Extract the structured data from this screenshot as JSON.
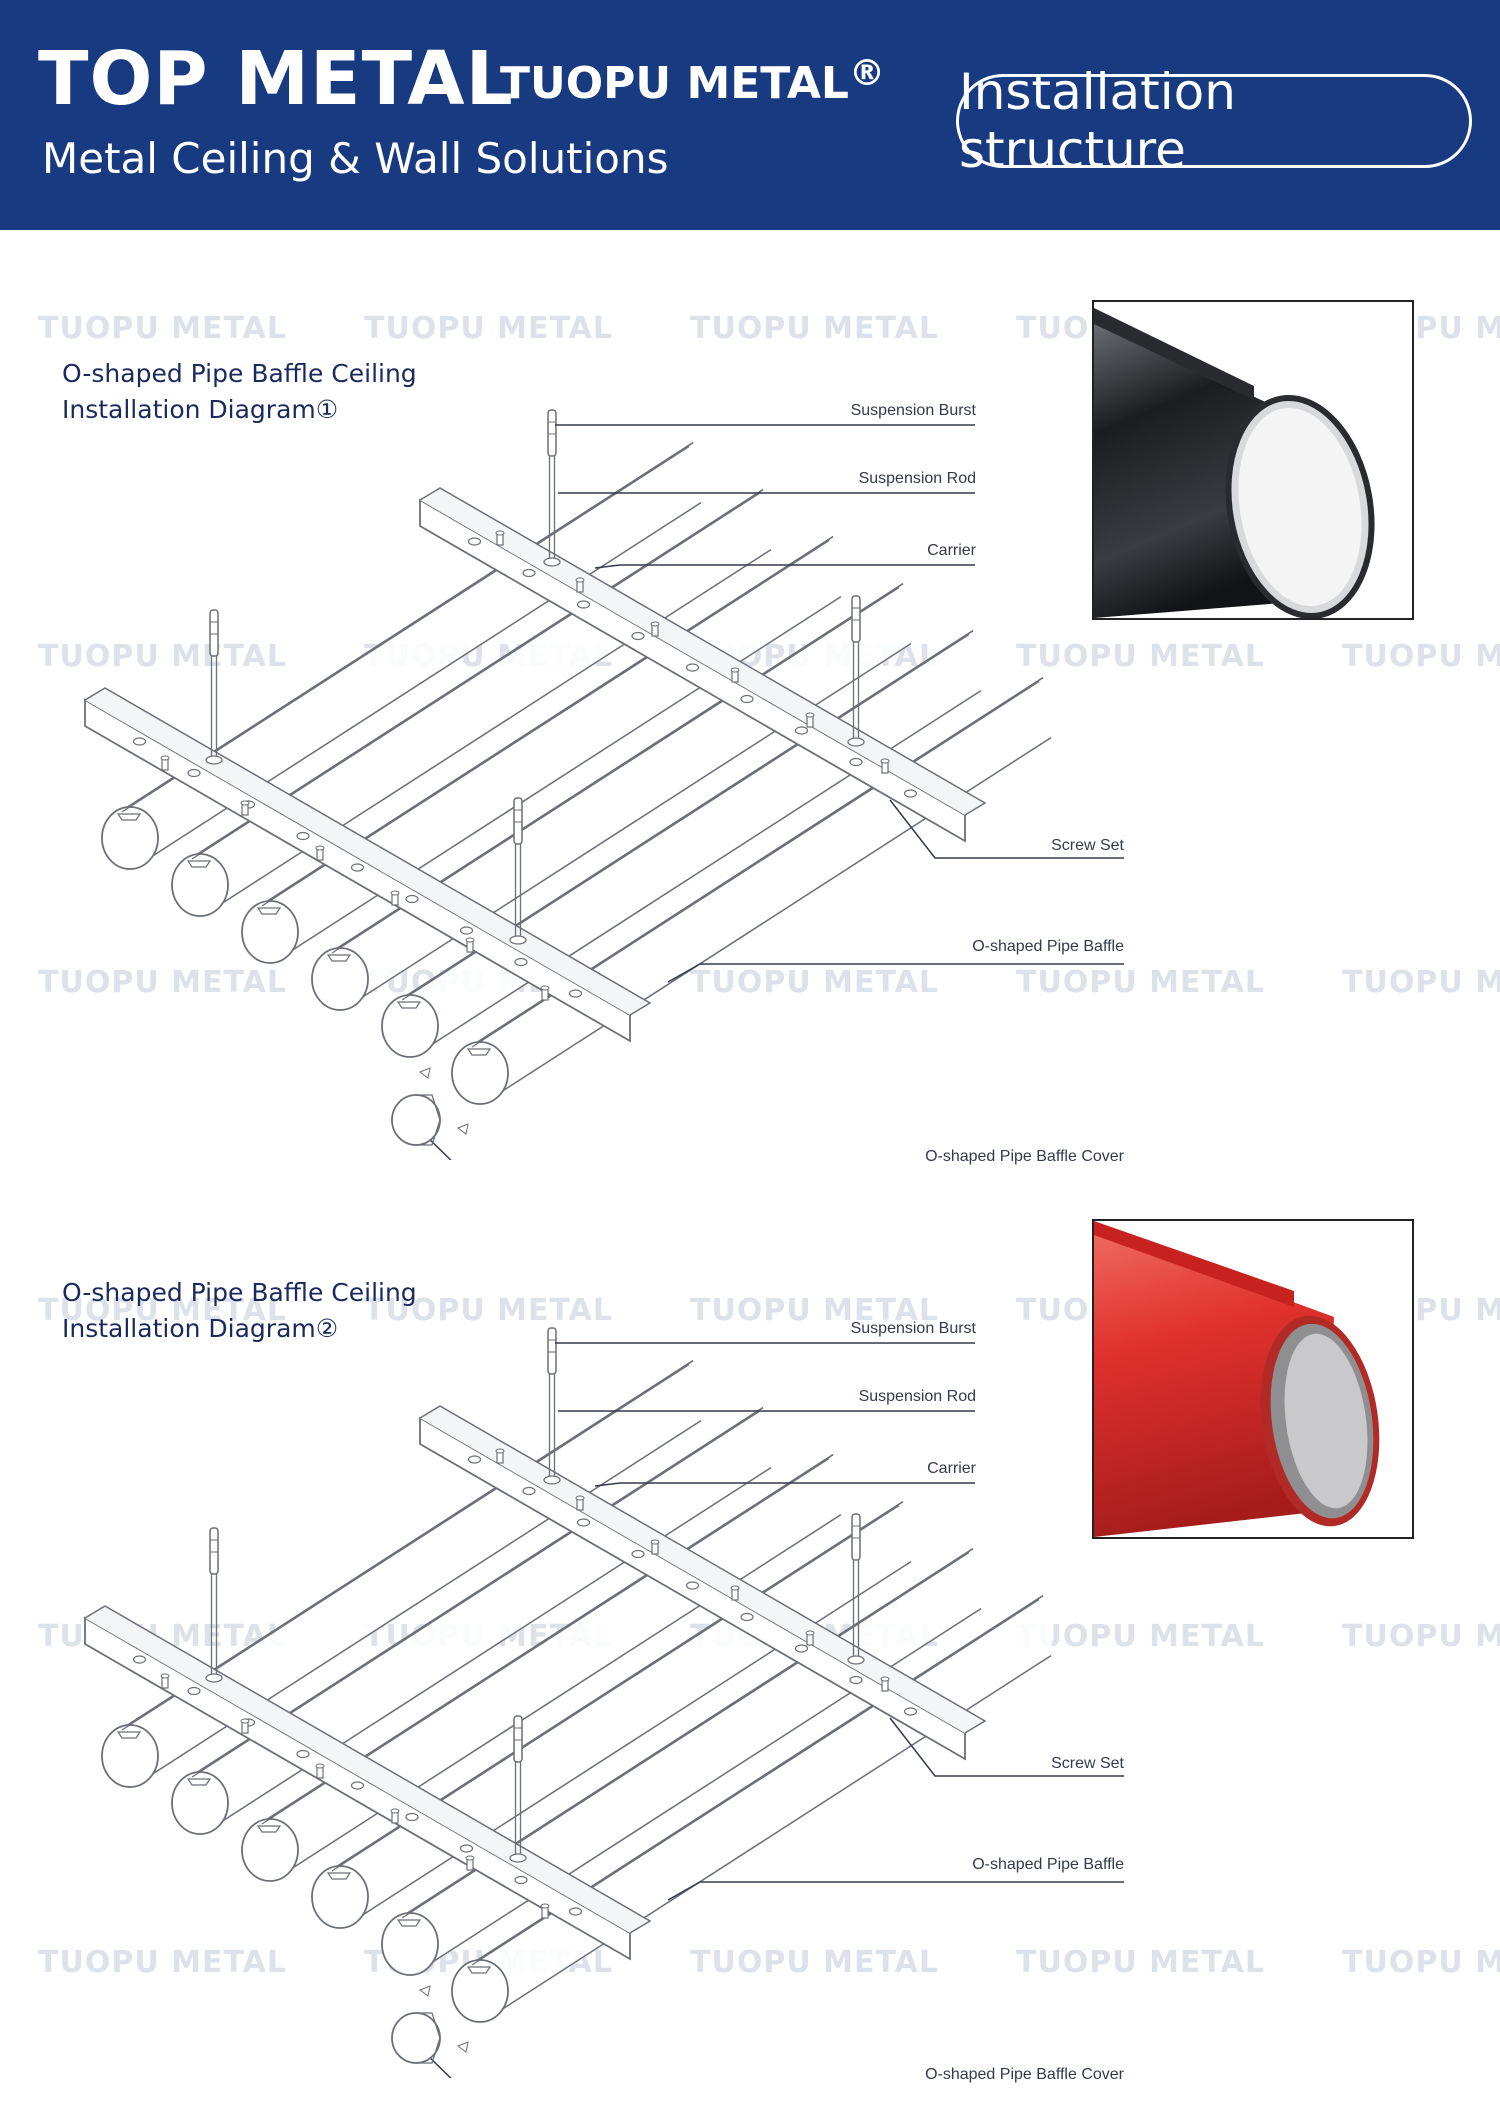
{
  "header": {
    "brand_main": "TOP METAL",
    "brand_sub": "TUOPU METAL",
    "brand_reg": "®",
    "tagline": "Metal Ceiling & Wall Solutions",
    "section_title": "Installation structure",
    "bg_color": "#173a80"
  },
  "watermark": "TUOPU METAL",
  "watermark_partial": "TUOPU M",
  "diagrams": [
    {
      "title_line1": "O-shaped Pipe Baffle Ceiling",
      "title_line2": "Installation Diagram①",
      "labels": {
        "suspension_burst": "Suspension Burst",
        "suspension_rod": "Suspension Rod",
        "carrier": "Carrier",
        "screw_set": "Screw Set",
        "pipe_baffle": "O-shaped Pipe Baffle",
        "pipe_baffle_cover": "O-shaped Pipe Baffle Cover"
      },
      "photo": {
        "color_name": "black",
        "color": "#2b2d31"
      }
    },
    {
      "title_line1": "O-shaped Pipe Baffle Ceiling",
      "title_line2": "Installation Diagram②",
      "labels": {
        "suspension_burst": "Suspension Burst",
        "suspension_rod": "Suspension Rod",
        "carrier": "Carrier",
        "screw_set": "Screw Set",
        "pipe_baffle": "O-shaped Pipe Baffle",
        "pipe_baffle_cover": "O-shaped Pipe Baffle Cover"
      },
      "photo": {
        "color_name": "red",
        "color": "#e0312e"
      }
    }
  ]
}
